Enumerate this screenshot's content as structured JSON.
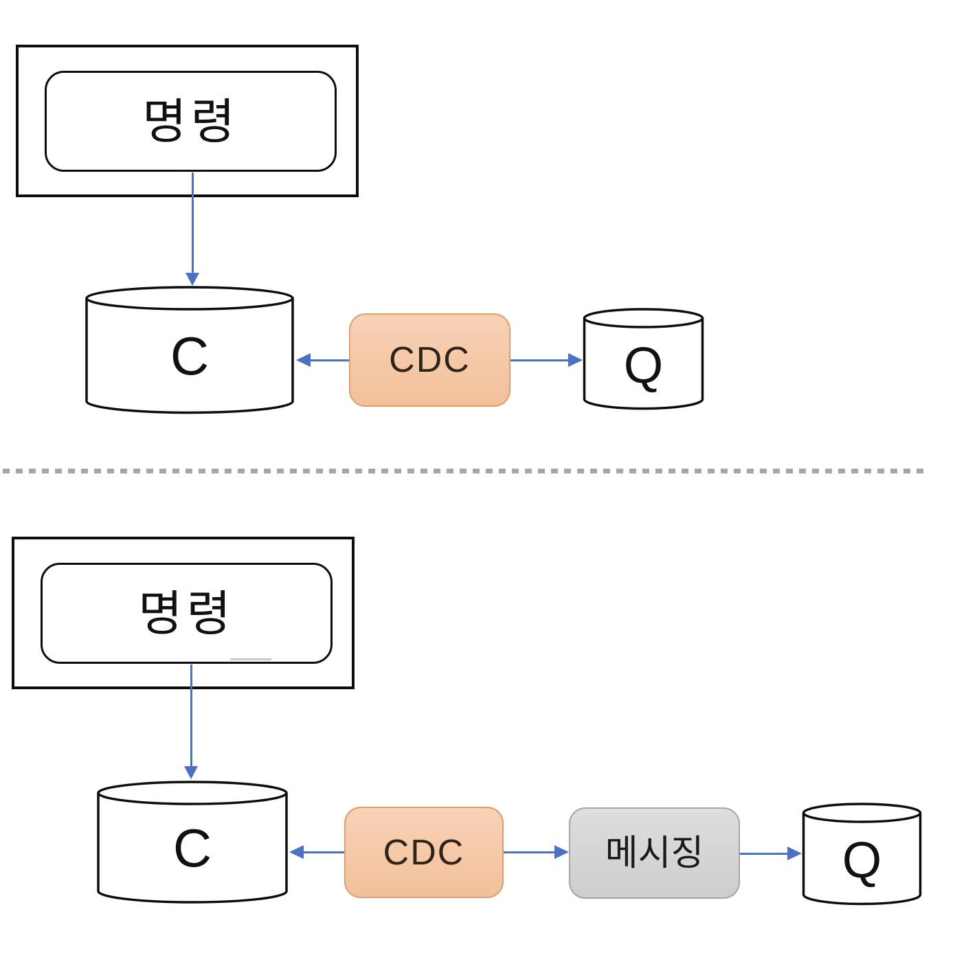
{
  "diagram": {
    "description_labels": {
      "top_section": {
        "command_label": "명령",
        "command_db_label": "C",
        "cdc_label": "CDC",
        "query_db_label": "Q"
      },
      "bottom_section": {
        "command_label": "명령",
        "command_db_label": "C",
        "cdc_label": "CDC",
        "messaging_label": "메시징",
        "query_db_label": "Q"
      }
    },
    "colors": {
      "arrow_blue": "#4a72c4",
      "outline_black": "#0d0d0d",
      "cdc_fill": "#f2c09b",
      "cdc_fill_light": "#f8d2b6",
      "cdc_border": "#e19e6d",
      "messaging_fill": "#cdcdcd",
      "messaging_fill_light": "#dedede",
      "messaging_border": "#a6a6a6",
      "divider_gray": "#a6a6a6"
    }
  }
}
